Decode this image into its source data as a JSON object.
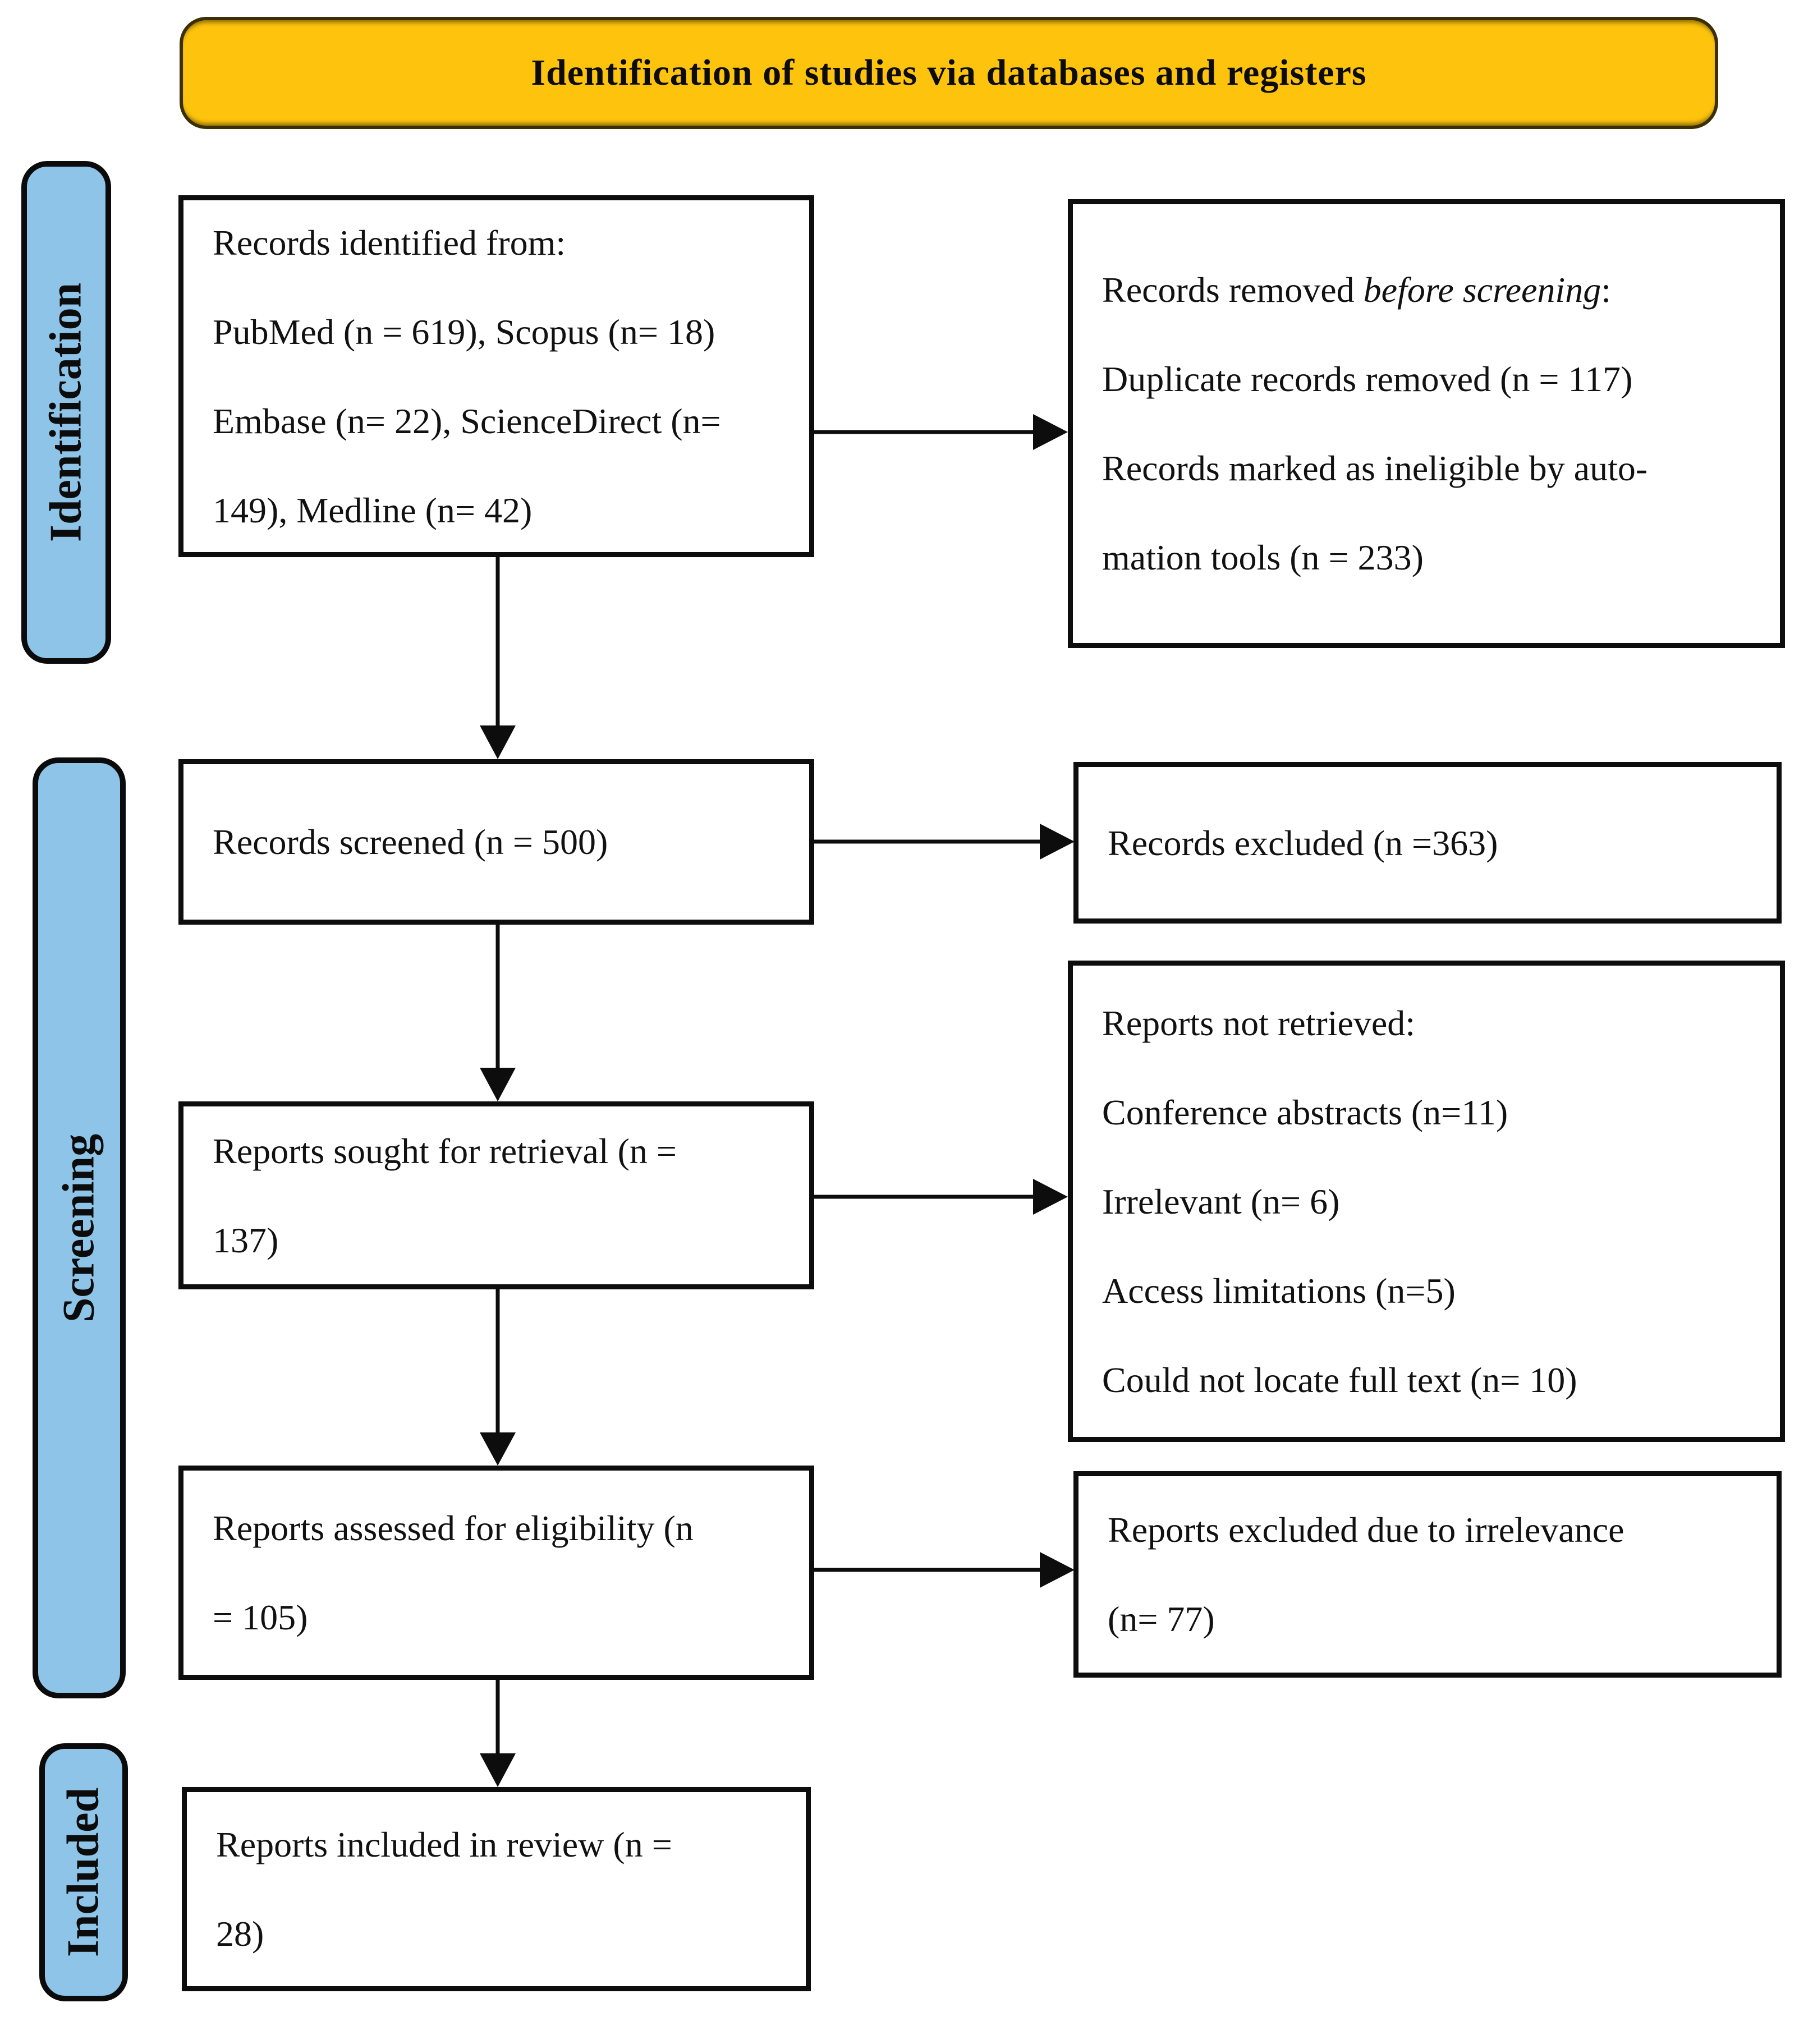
{
  "theme": {
    "banner_bg": "#fdc30d",
    "sidebar_bg": "#8ec4e8",
    "box_border": "#0d0d0d"
  },
  "banner": {
    "title": "Identification of studies via databases and registers"
  },
  "sidebar": {
    "stages": [
      {
        "label": "Identification"
      },
      {
        "label": "Screening"
      },
      {
        "label": "Included"
      }
    ]
  },
  "boxes": {
    "identified": {
      "lines": [
        "Records identified from:",
        "PubMed (n = 619), Scopus (n= 18)",
        "Embase (n= 22), ScienceDirect (n=",
        "149), Medline (n= 42)"
      ]
    },
    "removed": {
      "line1_prefix": "Records removed ",
      "line1_italic": "before screening",
      "line1_suffix": ":",
      "lines": [
        "Duplicate records removed (n = 117)",
        "Records marked as ineligible by auto-",
        "mation tools (n = 233)"
      ]
    },
    "screened": {
      "text": "Records screened (n = 500)"
    },
    "excluded": {
      "text": "Records excluded (n =363)"
    },
    "sought": {
      "lines": [
        "Reports sought for retrieval (n =",
        "137)"
      ]
    },
    "not_retrieved": {
      "lines": [
        "Reports not retrieved:",
        "Conference abstracts (n=11)",
        "Irrelevant (n= 6)",
        "Access limitations (n=5)",
        "Could not locate full text (n= 10)"
      ]
    },
    "assessed": {
      "lines": [
        "Reports assessed for eligibility (n",
        "= 105)"
      ]
    },
    "excluded_irrelevance": {
      "lines": [
        "Reports excluded due to irrelevance",
        "(n= 77)"
      ]
    },
    "included_review": {
      "lines": [
        "Reports included in review (n =",
        "28)"
      ]
    }
  }
}
